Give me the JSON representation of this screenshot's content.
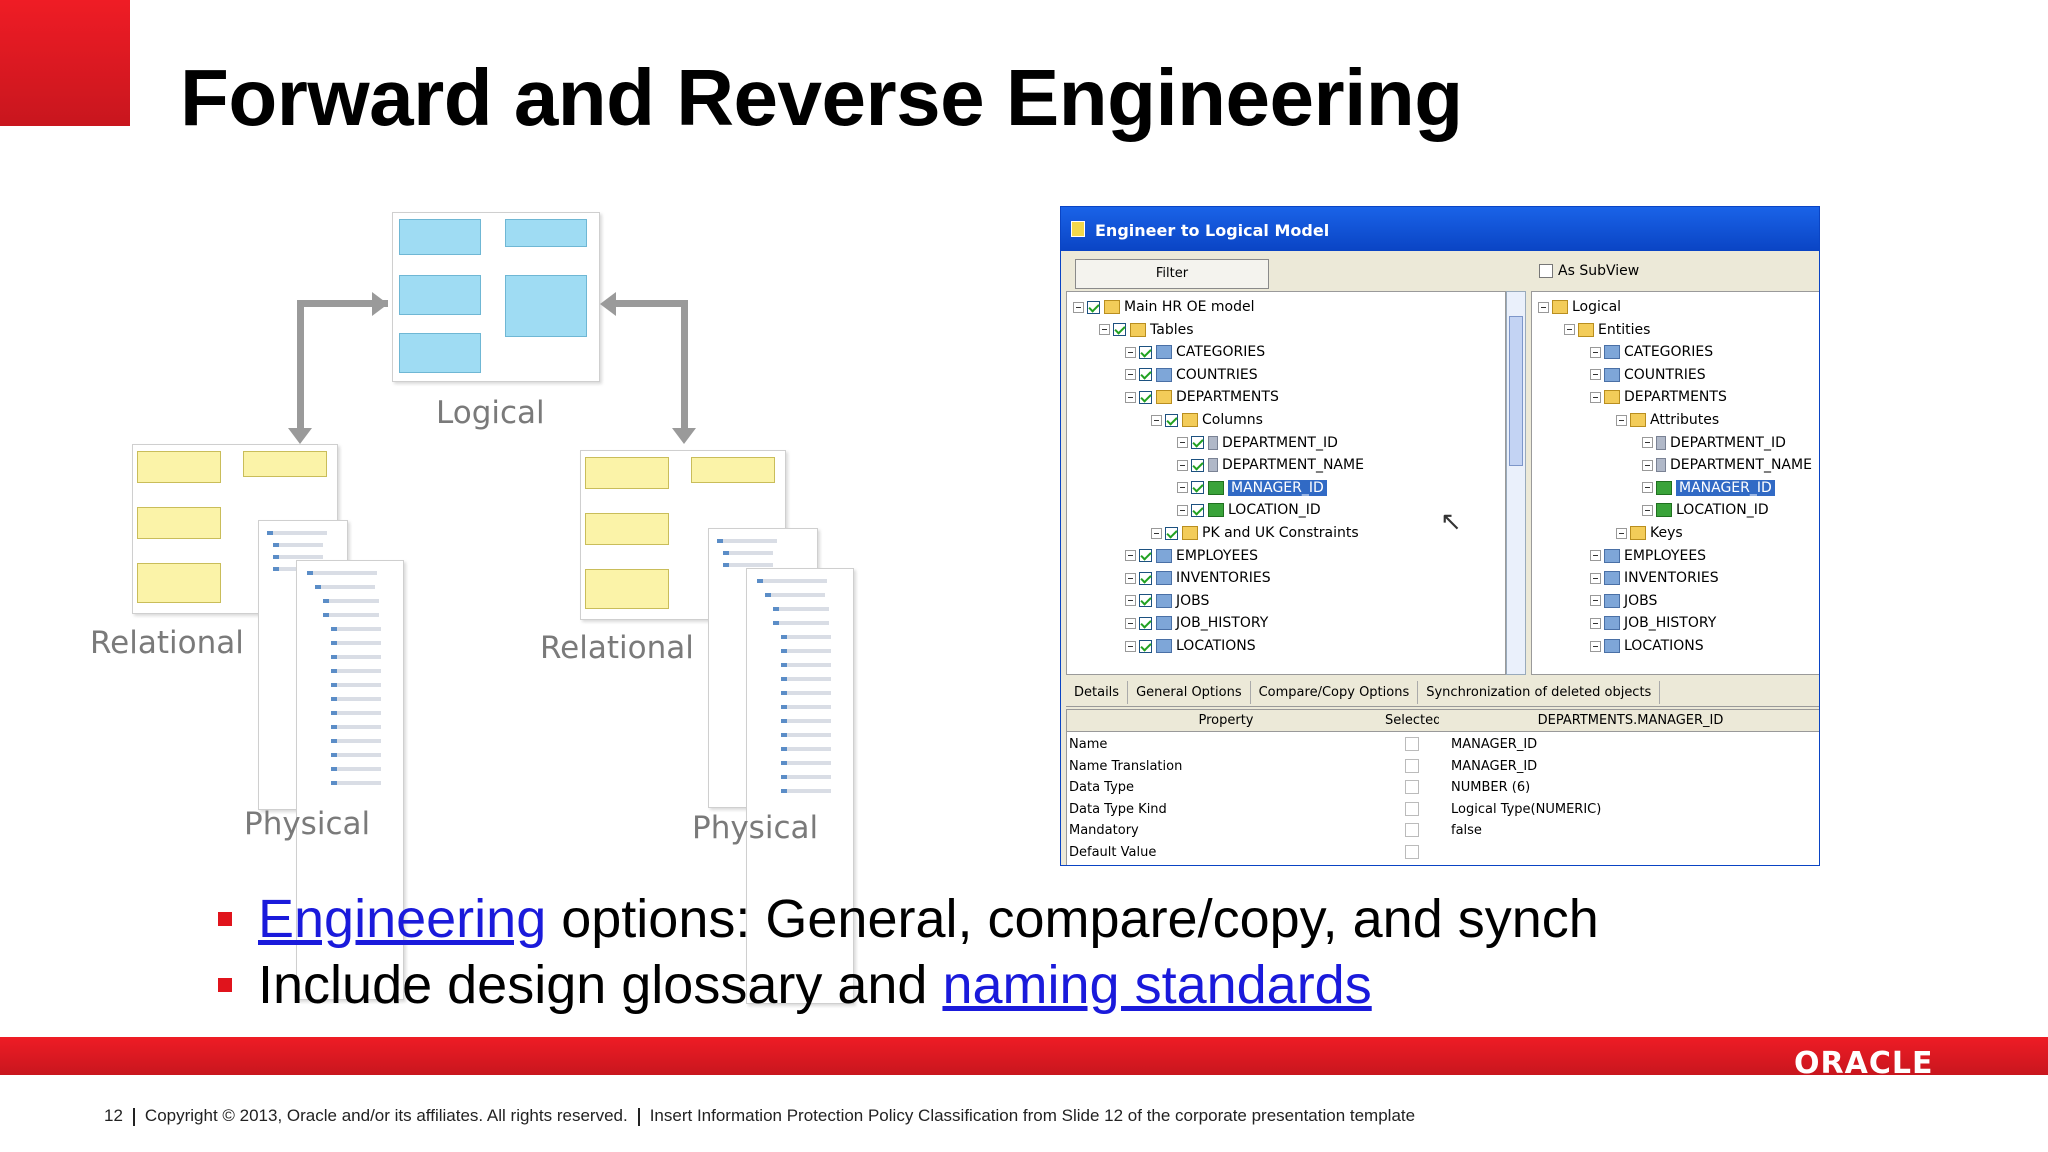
{
  "slide": {
    "title": "Forward and Reverse Engineering",
    "bullets": [
      {
        "link": "Engineering",
        "rest": " options: General, compare/copy, and synch"
      },
      {
        "pre": "Include design glossary and ",
        "link": "naming standards"
      }
    ],
    "footer": {
      "page": "12",
      "copyright": "Copyright © 2013, Oracle and/or its affiliates. All rights reserved.",
      "classification": "Insert Information Protection Policy Classification from Slide 12 of the corporate presentation template"
    },
    "logo_text": "ORACLE",
    "colors": {
      "brand_red": "#e0141c",
      "link_blue": "#1a1adb"
    }
  },
  "diagram": {
    "labels": {
      "logical": "Logical",
      "relational_left": "Relational",
      "relational_right": "Relational",
      "physical_left": "Physical",
      "physical_right": "Physical"
    }
  },
  "dialog": {
    "title": "Engineer to Logical Model",
    "filter_button": "Filter",
    "subview_label": "As SubView",
    "left_tree": [
      "Main HR OE model",
      "Tables",
      "CATEGORIES",
      "COUNTRIES",
      "DEPARTMENTS",
      "Columns",
      "DEPARTMENT_ID",
      "DEPARTMENT_NAME",
      "MANAGER_ID",
      "LOCATION_ID",
      "PK and UK Constraints",
      "EMPLOYEES",
      "INVENTORIES",
      "JOBS",
      "JOB_HISTORY",
      "LOCATIONS"
    ],
    "right_tree": [
      "Logical",
      "Entities",
      "CATEGORIES",
      "COUNTRIES",
      "DEPARTMENTS",
      "Attributes",
      "DEPARTMENT_ID",
      "DEPARTMENT_NAME",
      "MANAGER_ID",
      "LOCATION_ID",
      "Keys",
      "EMPLOYEES",
      "INVENTORIES",
      "JOBS",
      "JOB_HISTORY",
      "LOCATIONS"
    ],
    "tabs": [
      "Details",
      "General Options",
      "Compare/Copy Options",
      "Synchronization of deleted objects"
    ],
    "prop_headers": [
      "Property",
      "Selected",
      "DEPARTMENTS.MANAGER_ID"
    ],
    "props": [
      {
        "name": "Name",
        "value": "MANAGER_ID"
      },
      {
        "name": "Name Translation",
        "value": "MANAGER_ID"
      },
      {
        "name": "Data Type",
        "value": "NUMBER (6)"
      },
      {
        "name": "Data Type Kind",
        "value": "Logical Type(NUMERIC)"
      },
      {
        "name": "Mandatory",
        "value": "false"
      },
      {
        "name": "Default Value",
        "value": ""
      }
    ]
  }
}
